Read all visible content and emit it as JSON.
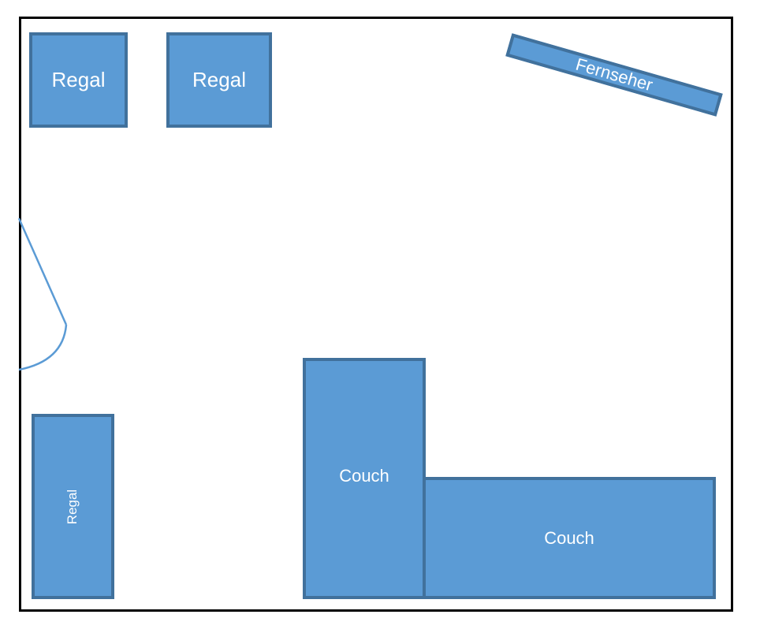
{
  "colors": {
    "furniture_fill": "#5b9bd5",
    "furniture_stroke": "#41719c",
    "door_line": "#5b9bd5",
    "wall": "#000000",
    "text": "#ffffff"
  },
  "furniture": {
    "regal_1": "Regal",
    "regal_2": "Regal",
    "regal_3": "Regal",
    "fernseher": "Fernseher",
    "couch_1": "Couch",
    "couch_2": "Couch"
  }
}
